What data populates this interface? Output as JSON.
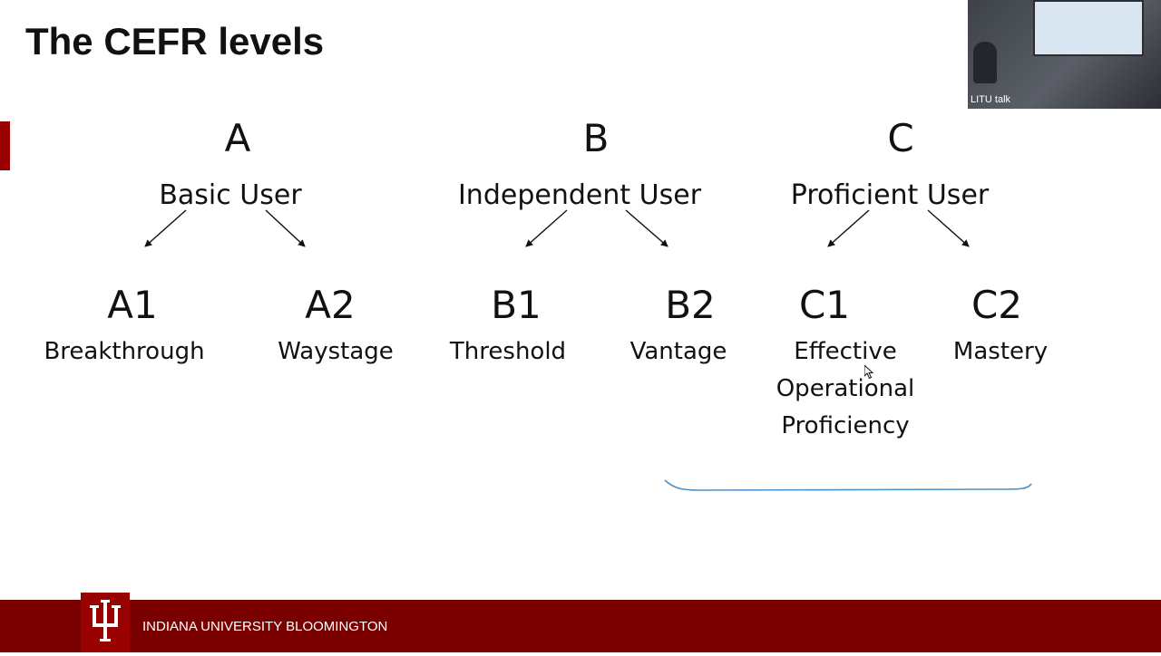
{
  "slide": {
    "title": "The CEFR levels"
  },
  "groups": [
    {
      "letter": "A",
      "name": "Basic User"
    },
    {
      "letter": "B",
      "name": "Independent User"
    },
    {
      "letter": "C",
      "name": "Proficient User"
    }
  ],
  "levels": [
    {
      "code": "A1",
      "name": "Breakthrough"
    },
    {
      "code": "A2",
      "name": "Waystage"
    },
    {
      "code": "B1",
      "name": "Threshold"
    },
    {
      "code": "B2",
      "name": "Vantage"
    },
    {
      "code": "C1",
      "name": "Effective Operational Proficiency"
    },
    {
      "code": "C2",
      "name": "Mastery"
    }
  ],
  "video": {
    "label": "LITU talk"
  },
  "footer": {
    "institution": "INDIANA UNIVERSITY BLOOMINGTON"
  },
  "colors": {
    "accent": "#990000",
    "footer_bg": "#7a0000",
    "annotation": "#4a90c8"
  },
  "icons": {
    "logo": "iu-trident-logo",
    "cursor": "mouse-pointer-icon"
  }
}
